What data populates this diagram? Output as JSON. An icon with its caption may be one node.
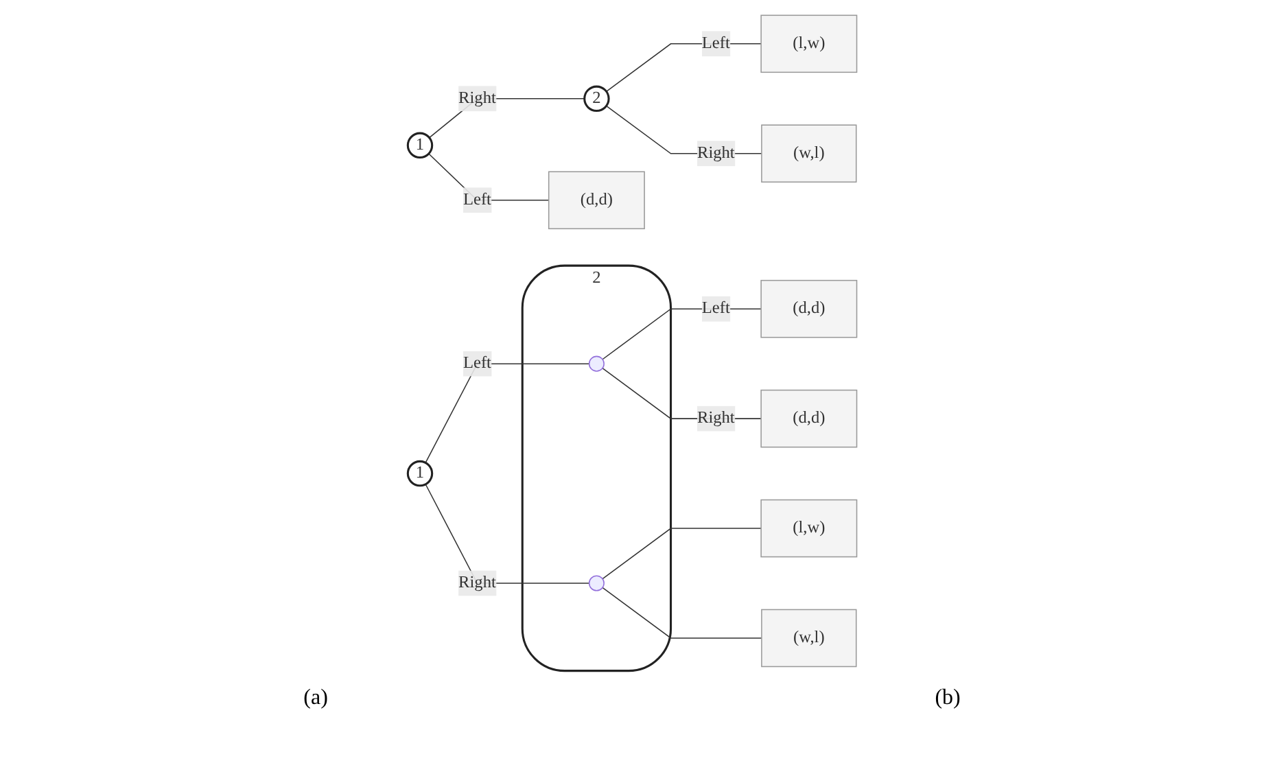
{
  "diagram": {
    "nodes": [
      {
        "text": [
          "1"
        ]
      },
      {
        "text": [
          "(d,d)"
        ]
      },
      {
        "text": [
          "2"
        ]
      },
      {
        "text": [
          "(l,w)"
        ]
      },
      {
        "text": [
          "(w,l)"
        ]
      },
      {
        "text": [
          "1"
        ]
      },
      {
        "text": [
          "2"
        ]
      },
      {
        "text": [],
        "shape": "circle",
        "in": 6
      },
      {
        "text": [],
        "shape": "circle",
        "in": 6
      },
      {
        "text": [
          "(d,d)"
        ]
      },
      {
        "text": [
          "(d,d)"
        ]
      },
      {
        "text": [
          "(l,w)"
        ]
      },
      {
        "text": [
          "(w,l)"
        ]
      }
    ],
    "edges": [
      {
        "from": 0,
        "to": 1,
        "arrow": "none",
        "label": "Left"
      },
      {
        "from": 0,
        "to": 2,
        "arrow": "none",
        "label": "Right"
      },
      {
        "from": 2,
        "to": 3,
        "arrow": "none",
        "label": "Left"
      },
      {
        "from": 2,
        "to": 4,
        "arrow": "none",
        "label": "Right"
      },
      {
        "from": 5,
        "to": 7,
        "arrow": "none",
        "label": "Left"
      },
      {
        "from": 5,
        "to": 8,
        "arrow": "none",
        "label": "Right"
      },
      {
        "from": 7,
        "to": 9,
        "arrow": "none",
        "label": "Left"
      },
      {
        "from": 7,
        "to": 10,
        "arrow": "none",
        "label": "Right"
      },
      {
        "from": 8,
        "to": 11,
        "arrow": "none"
      },
      {
        "from": 8,
        "to": 12,
        "arrow": "none"
      }
    ],
    "labels": [
      "(a)",
      "(b)"
    ]
  }
}
